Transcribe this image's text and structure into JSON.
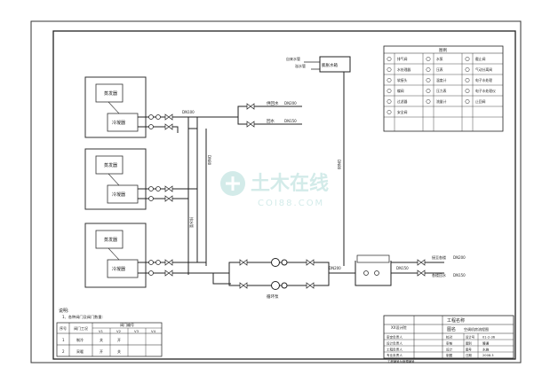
{
  "legend": {
    "title": "图例",
    "items": [
      {
        "label": "排气阀",
        "icon": "air-vent-icon"
      },
      {
        "label": "水泵",
        "icon": "pump-icon"
      },
      {
        "label": "截止阀",
        "icon": "globe-valve-icon"
      },
      {
        "label": "水处理器",
        "icon": "water-treatment-icon"
      },
      {
        "label": "压表",
        "icon": "pressure-gauge-icon"
      },
      {
        "label": "气动分离阀",
        "icon": "pneumatic-valve-icon"
      },
      {
        "label": "软接头",
        "icon": "flexible-joint-icon"
      },
      {
        "label": "温度计",
        "icon": "thermometer-icon"
      },
      {
        "label": "电子水处理",
        "icon": "electronic-treatment-icon"
      },
      {
        "label": "蝶阀",
        "icon": "butterfly-valve-icon"
      },
      {
        "label": "压力表",
        "icon": "manometer-icon"
      },
      {
        "label": "电子水处理仪",
        "icon": "electronic-device-icon"
      },
      {
        "label": "过滤器",
        "icon": "filter-icon"
      },
      {
        "label": "流量计",
        "icon": "flowmeter-icon"
      },
      {
        "label": "止回阀",
        "icon": "check-valve-icon"
      },
      {
        "label": "安全阀",
        "icon": "safety-valve-icon"
      }
    ]
  },
  "units": [
    {
      "evaporator": "蒸发器",
      "condenser": "冷凝器"
    },
    {
      "evaporator": "蒸发器",
      "condenser": "冷凝器"
    },
    {
      "evaporator": "蒸发器",
      "condenser": "冷凝器"
    }
  ],
  "pipe_labels": {
    "supply": "供回水",
    "return": "回水",
    "dn200": "DN200",
    "dn150": "DN150",
    "dn100": "DN100",
    "dn80": "DN80",
    "pump_group": "循环泵",
    "tank_label": "膨胀水箱",
    "makeup": "自来水管",
    "overflow": "溢水管",
    "riser": "排水管",
    "to_building": "接至各楼",
    "from_building": "各楼回水"
  },
  "notes": {
    "title": "说明:",
    "line1": "1、各种阀门及阀门数量:",
    "table": {
      "headers": [
        "序号",
        "阀门工况",
        "阀门编号"
      ],
      "sub_headers": [
        "V1",
        "V2",
        "V3",
        "V4"
      ],
      "rows": [
        {
          "no": "1",
          "mode": "制冷",
          "vals": [
            "关",
            "开",
            "",
            ""
          ]
        },
        {
          "no": "2",
          "mode": "采暖",
          "vals": [
            "开",
            "关",
            "",
            ""
          ]
        }
      ]
    }
  },
  "title_block": {
    "project_name_label": "工程名称",
    "drawing_label": "图名",
    "drawing_name": "空调机房流程图",
    "company": "XX设计院",
    "rows": [
      {
        "role": "审定负责人",
        "sign": "校对",
        "field": "设计号",
        "value": "01-2-36"
      },
      {
        "role": "设计负责人",
        "sign": "审核",
        "field": "图别",
        "value": "暖通"
      },
      {
        "role": "工程负责人",
        "sign": "设计",
        "field": "图号",
        "value": "水施"
      },
      {
        "role": "专业负责人",
        "sign": "制图",
        "field": "日期",
        "value": "2008.3"
      }
    ],
    "footer": "工程编号为管理编号"
  },
  "watermark": {
    "brand": "土木在线",
    "url": "COI88.COM"
  }
}
